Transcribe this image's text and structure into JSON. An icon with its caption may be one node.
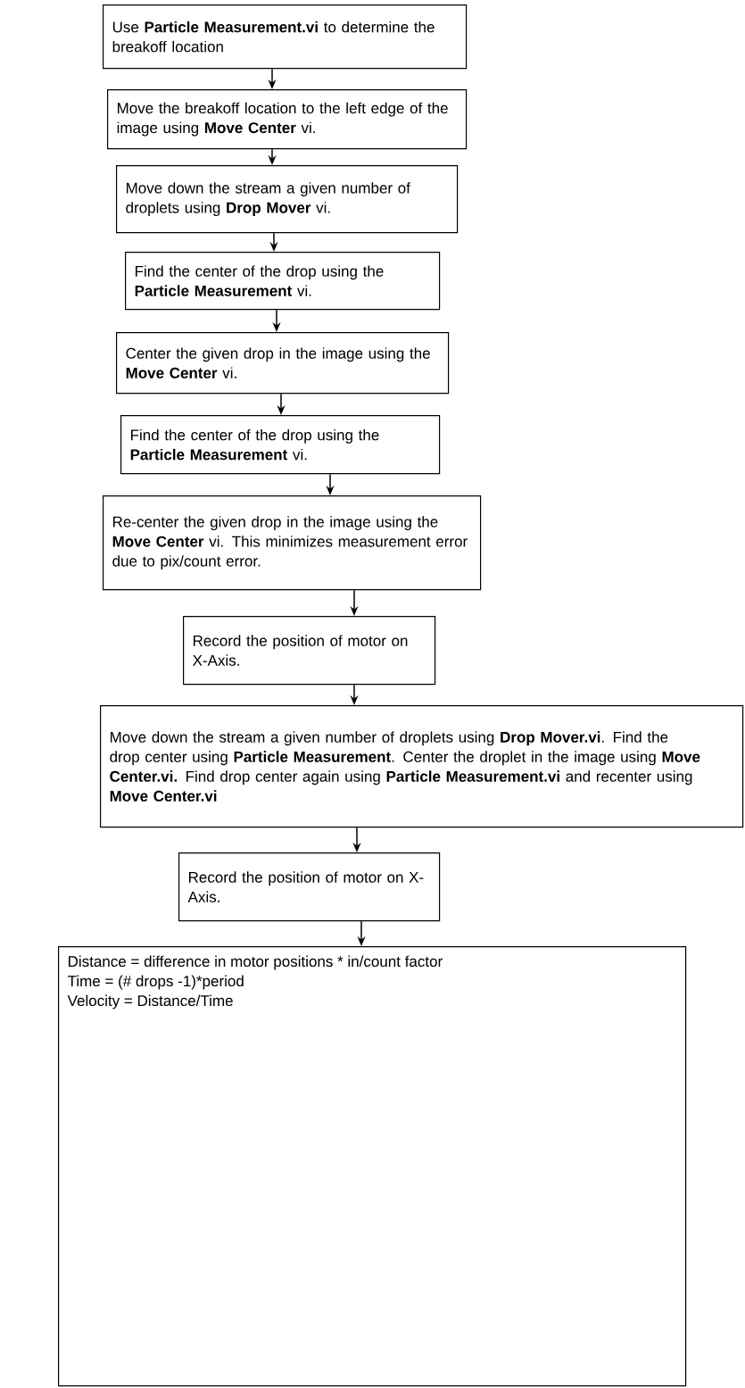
{
  "diagram": {
    "nodes": [
      {
        "text": [
          "Use **Particle Measurement.vi** to determine the breakoff location"
        ]
      },
      {
        "text": [
          "Move the breakoff location to the left edge of the image using **Move Center** vi."
        ]
      },
      {
        "text": [
          "Move down the stream a given number of droplets using **Drop Mover** vi."
        ]
      },
      {
        "text": [
          "Find the center of the drop using the **Particle Measurement** vi."
        ]
      },
      {
        "text": [
          "Center the given drop in the image using the **Move Center** vi."
        ]
      },
      {
        "text": [
          "Find the center of the drop using the **Particle Measurement** vi."
        ]
      },
      {
        "text": [
          "Re-center the given drop in the image using the **Move Center** vi. This minimizes measurement error due to pix/count error."
        ]
      },
      {
        "text": [
          "Record the position of motor on X-Axis."
        ]
      },
      {
        "text": [
          "Move down the stream a given number of droplets using **Drop Mover.vi**. Find the drop center using **Particle Measurement**. Center the droplet in the image using **Move Center.vi.** Find drop center again using **Particle Measurement.vi** and recenter using **Move Center.vi**"
        ]
      },
      {
        "text": [
          "Record the position of motor on X-Axis."
        ]
      },
      {
        "text": [
          "Distance = difference in motor positions * in/count factor",
          "Time = (# drops -1)*period",
          "Velocity = Distance/Time"
        ]
      }
    ],
    "edges": [
      {
        "from": 0,
        "to": 1,
        "arrow": "to"
      },
      {
        "from": 1,
        "to": 2,
        "arrow": "to"
      },
      {
        "from": 2,
        "to": 3,
        "arrow": "to"
      },
      {
        "from": 3,
        "to": 4,
        "arrow": "to"
      },
      {
        "from": 4,
        "to": 5,
        "arrow": "to"
      },
      {
        "from": 5,
        "to": 6,
        "arrow": "to"
      },
      {
        "from": 6,
        "to": 7,
        "arrow": "to"
      },
      {
        "from": 7,
        "to": 8,
        "arrow": "to"
      },
      {
        "from": 8,
        "to": 9,
        "arrow": "to"
      },
      {
        "from": 9,
        "to": 10,
        "arrow": "to"
      }
    ]
  }
}
